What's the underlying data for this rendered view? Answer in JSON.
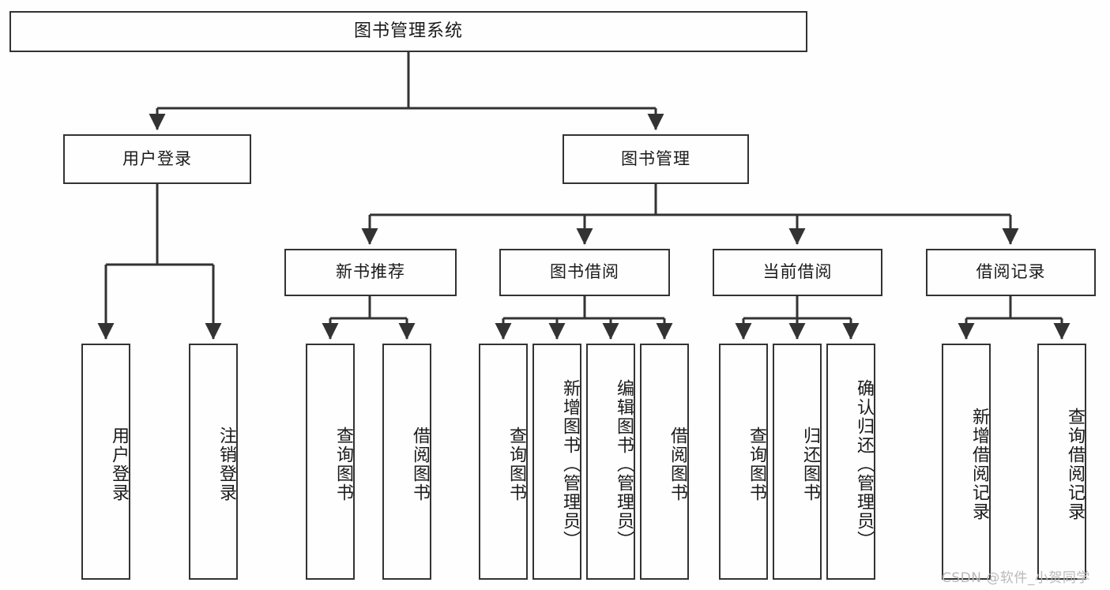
{
  "diagram": {
    "title": "图书管理系统",
    "type": "functional-structure-tree",
    "watermark": "CSDN @软件_小贺同学",
    "colors": {
      "line": "#333333",
      "box_border": "#333333",
      "box_fill": "#fefefe",
      "text": "#1a1a1a",
      "watermark": "#b9b9b9"
    },
    "levels": {
      "root": "图书管理系统",
      "level2": [
        "用户登录",
        "图书管理"
      ],
      "level3": [
        "新书推荐",
        "图书借阅",
        "当前借阅",
        "借阅记录"
      ]
    },
    "nodes": {
      "root": {
        "label": "图书管理系统"
      },
      "user_login": {
        "label": "用户登录"
      },
      "book_manage": {
        "label": "图书管理"
      },
      "new_book_rec": {
        "label": "新书推荐"
      },
      "book_borrow": {
        "label": "图书借阅"
      },
      "current_borrow": {
        "label": "当前借阅"
      },
      "borrow_record": {
        "label": "借阅记录"
      },
      "leaf_user_login": {
        "label": "用户登录"
      },
      "leaf_logout": {
        "label": "注销登录"
      },
      "leaf_query_book_1": {
        "label": "查询图书"
      },
      "leaf_borrow_book_1": {
        "label": "借阅图书"
      },
      "leaf_query_book_2": {
        "label": "查询图书"
      },
      "leaf_add_book": {
        "label": "新增图书（管理员）"
      },
      "leaf_edit_book": {
        "label": "编辑图书（管理员）"
      },
      "leaf_borrow_book_2": {
        "label": "借阅图书"
      },
      "leaf_query_book_3": {
        "label": "查询图书"
      },
      "leaf_return_book": {
        "label": "归还图书"
      },
      "leaf_confirm_return": {
        "label": "确认归还（管理员）"
      },
      "leaf_add_record": {
        "label": "新增借阅记录"
      },
      "leaf_query_record": {
        "label": "查询借阅记录"
      }
    },
    "edges": [
      {
        "from": "root",
        "to": "user_login"
      },
      {
        "from": "root",
        "to": "book_manage"
      },
      {
        "from": "user_login",
        "to": "leaf_user_login"
      },
      {
        "from": "user_login",
        "to": "leaf_logout"
      },
      {
        "from": "book_manage",
        "to": "new_book_rec"
      },
      {
        "from": "book_manage",
        "to": "book_borrow"
      },
      {
        "from": "book_manage",
        "to": "current_borrow"
      },
      {
        "from": "book_manage",
        "to": "borrow_record"
      },
      {
        "from": "new_book_rec",
        "to": "leaf_query_book_1"
      },
      {
        "from": "new_book_rec",
        "to": "leaf_borrow_book_1"
      },
      {
        "from": "book_borrow",
        "to": "leaf_query_book_2"
      },
      {
        "from": "book_borrow",
        "to": "leaf_add_book"
      },
      {
        "from": "book_borrow",
        "to": "leaf_edit_book"
      },
      {
        "from": "book_borrow",
        "to": "leaf_borrow_book_2"
      },
      {
        "from": "current_borrow",
        "to": "leaf_query_book_3"
      },
      {
        "from": "current_borrow",
        "to": "leaf_return_book"
      },
      {
        "from": "current_borrow",
        "to": "leaf_confirm_return"
      },
      {
        "from": "borrow_record",
        "to": "leaf_add_record"
      },
      {
        "from": "borrow_record",
        "to": "leaf_query_record"
      }
    ]
  }
}
